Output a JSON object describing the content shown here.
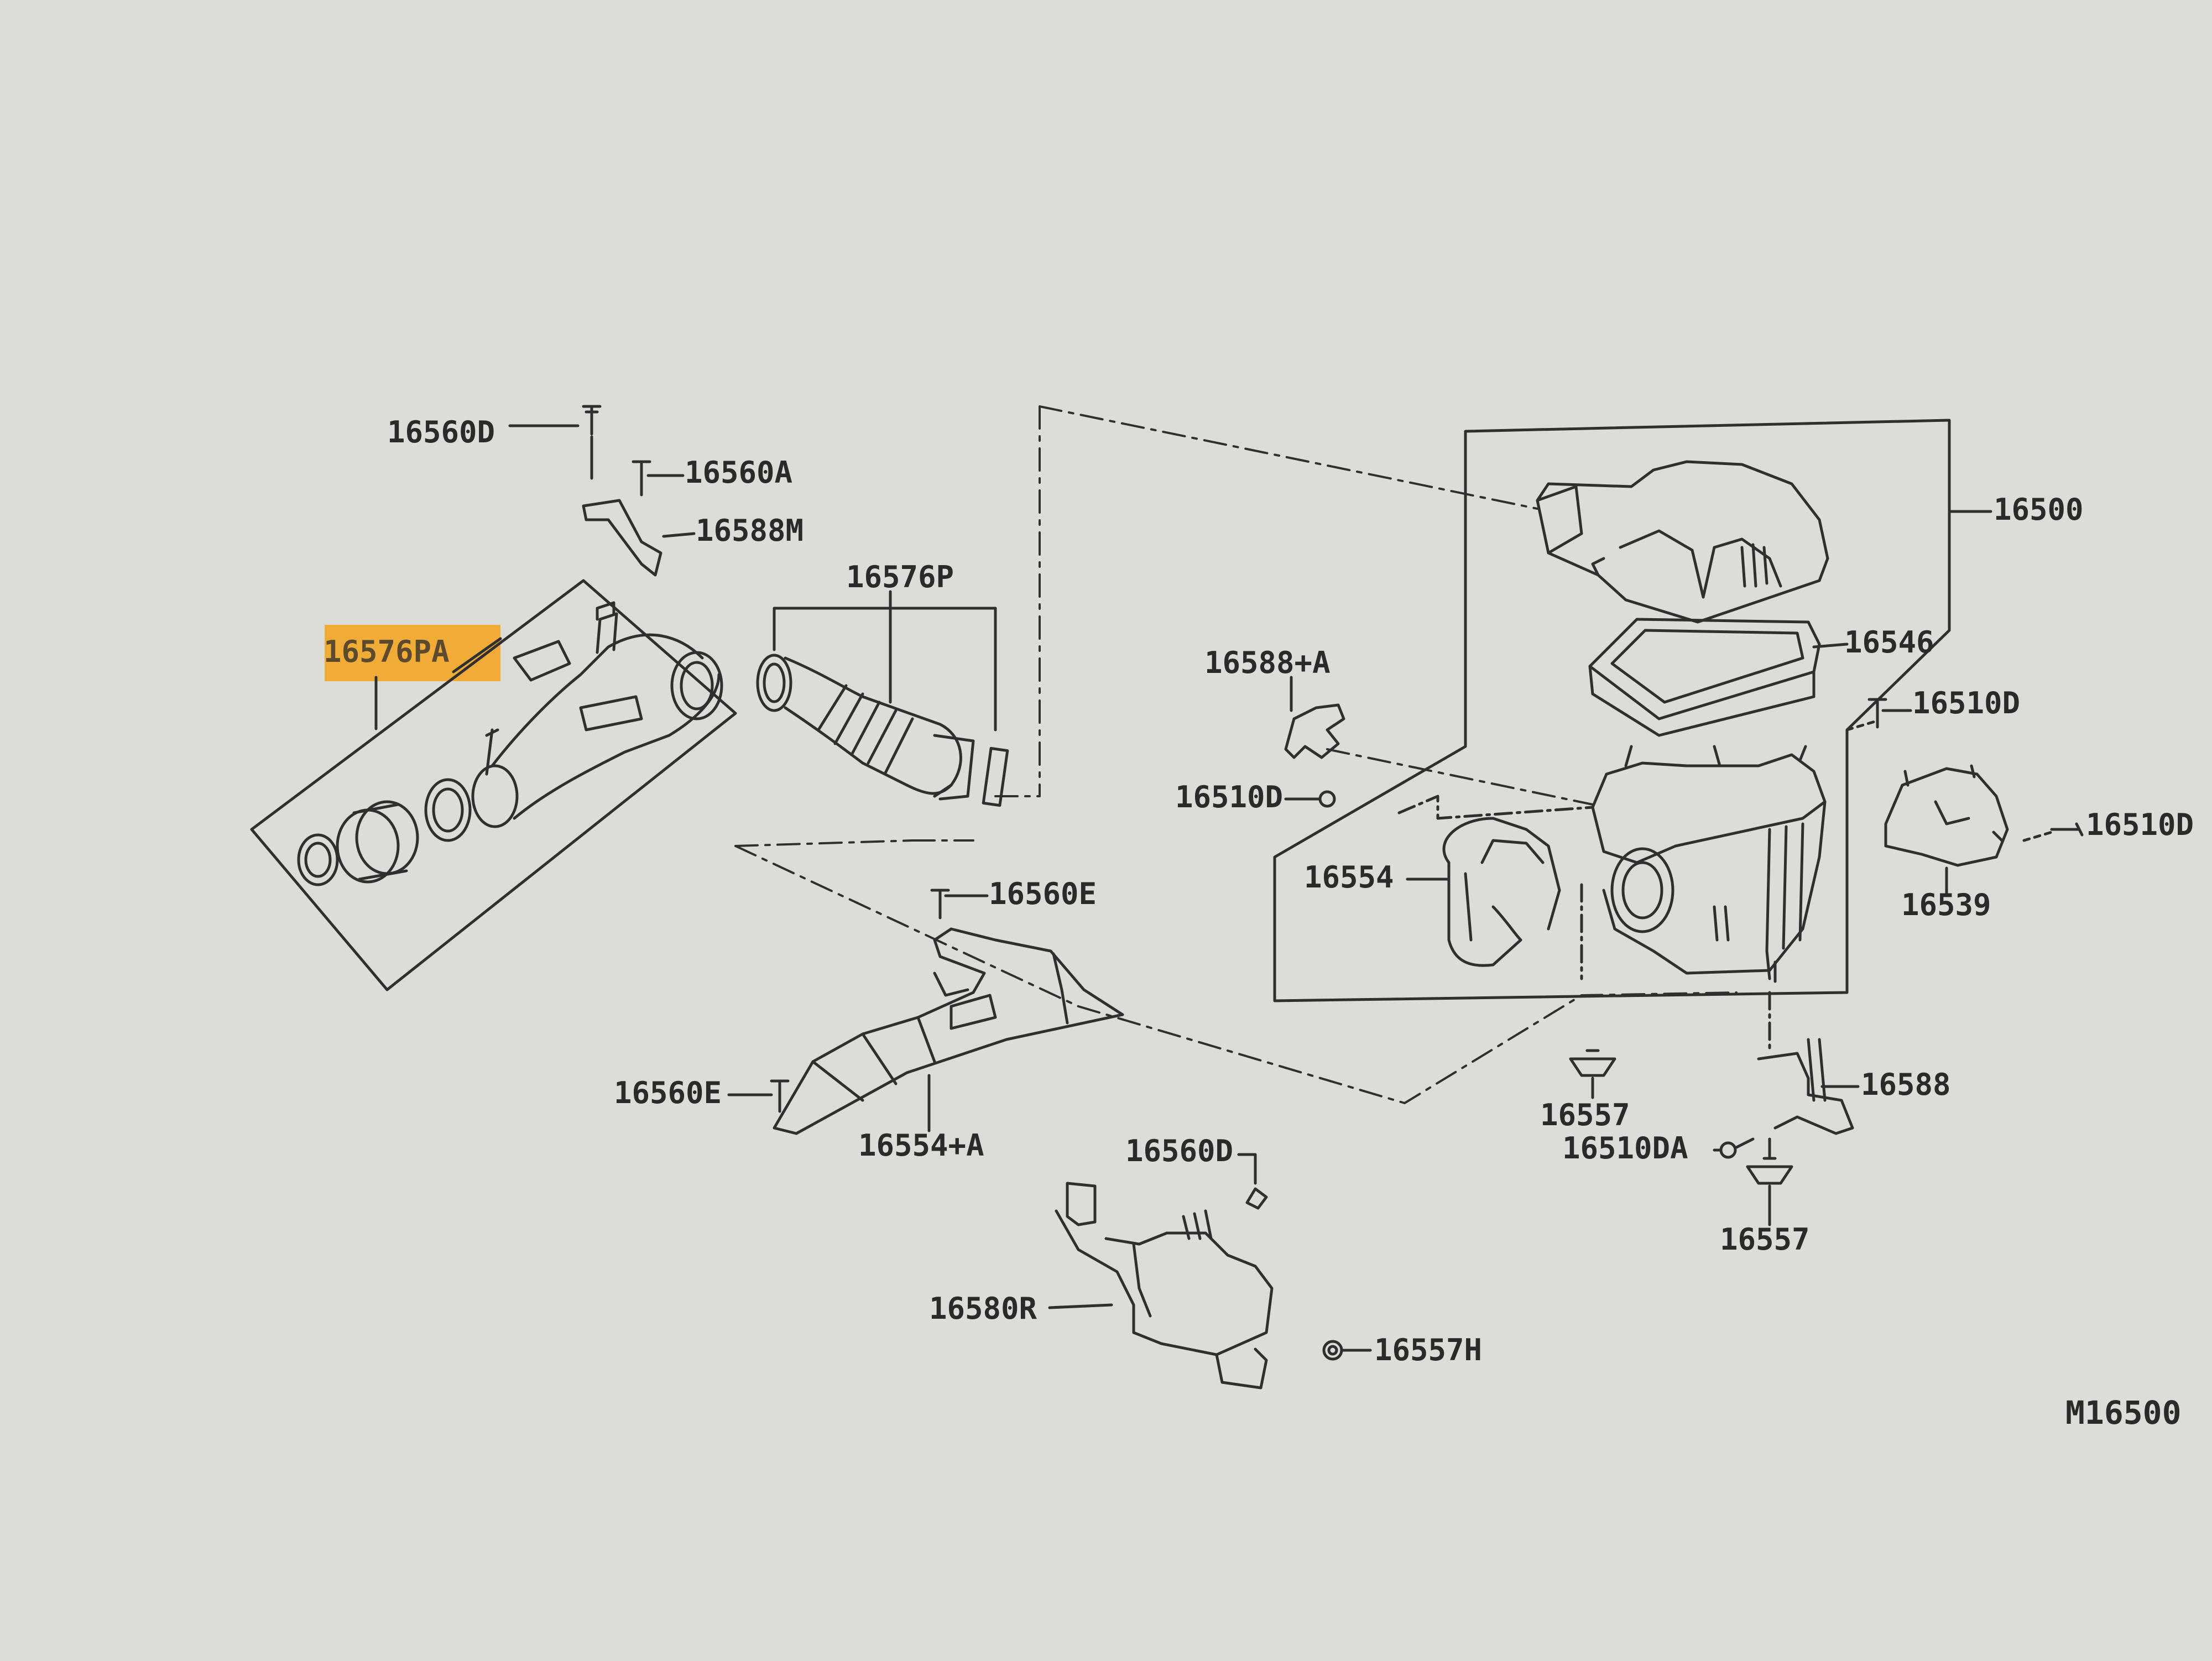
{
  "colors": {
    "screen_background": "#dcdcd8",
    "line": "#2f2f2f",
    "highlight": "#f2a626"
  },
  "highlighted_part": "16576PA",
  "diagram_id": "M16500",
  "parts": {
    "p16560D_top": "16560D",
    "p16560A": "16560A",
    "p16588M": "16588M",
    "p16576PA": "16576PA",
    "p16576P": "16576P",
    "p16500": "16500",
    "p16546": "16546",
    "p16588A": "16588+A",
    "p16510D_right": "16510D",
    "p16510D_left": "16510D",
    "p16510D_far": "16510D",
    "p16554": "16554",
    "p16539": "16539",
    "p16560E_upper": "16560E",
    "p16560E_lower": "16560E",
    "p16554A": "16554+A",
    "p16557_mid": "16557",
    "p16588": "16588",
    "p16510DA": "16510DA",
    "p16557_low": "16557",
    "p16560D_low": "16560D",
    "p16580R": "16580R",
    "p16557H": "16557H"
  }
}
